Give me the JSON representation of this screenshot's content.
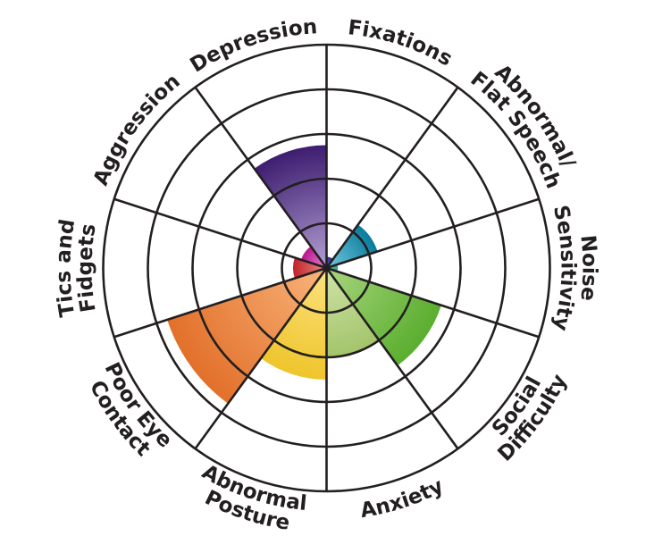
{
  "chart_data": {
    "type": "polar-area",
    "title": "",
    "rmax": 5,
    "ring_values": [
      1,
      2,
      3,
      4,
      5
    ],
    "grid": true,
    "categories": [
      {
        "label": [
          "Fixations"
        ],
        "value": 0.25,
        "color_dark": "#2e2e8c",
        "color_light": "#6a6ac8"
      },
      {
        "label": [
          "Abnormal/",
          "Flat Speech"
        ],
        "value": 1.2,
        "color_dark": "#0a7c9c",
        "color_light": "#76cbe0"
      },
      {
        "label": [
          "Noise",
          "Sensitivity"
        ],
        "value": 0.25,
        "color_dark": "#2a9a8a",
        "color_light": "#7fd0c0"
      },
      {
        "label": [
          "Social",
          "Difficulty"
        ],
        "value": 2.7,
        "color_dark": "#5aae2e",
        "color_light": "#a8d57e"
      },
      {
        "label": [
          "Anxiety"
        ],
        "value": 2.0,
        "color_dark": "#a3c46a",
        "color_light": "#cfe4a8"
      },
      {
        "label": [
          "Abnormal",
          "Posture"
        ],
        "value": 2.5,
        "color_dark": "#efc52c",
        "color_light": "#fbe27e"
      },
      {
        "label": [
          "Poor Eye",
          "Contact"
        ],
        "value": 3.75,
        "color_dark": "#e2702a",
        "color_light": "#f9b47c"
      },
      {
        "label": [
          "Tics and",
          "Fidgets"
        ],
        "value": 0.75,
        "color_dark": "#c0242a",
        "color_light": "#ea8a86"
      },
      {
        "label": [
          "Aggression"
        ],
        "value": 0.6,
        "color_dark": "#b8168e",
        "color_light": "#ec8ad4"
      },
      {
        "label": [
          "Depression"
        ],
        "value": 2.75,
        "color_dark": "#3d1d70",
        "color_light": "#b3a0d4"
      }
    ]
  }
}
